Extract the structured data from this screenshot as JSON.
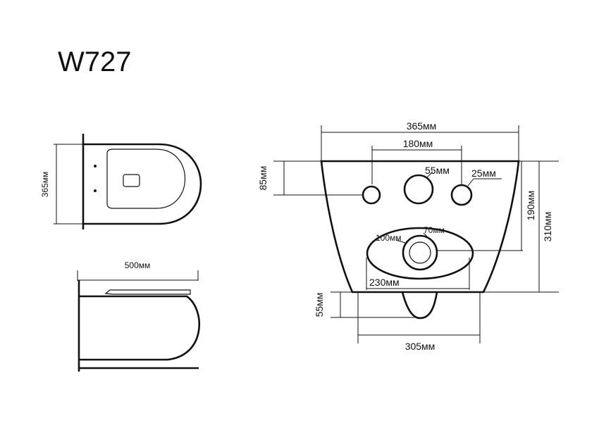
{
  "model": "W727",
  "top_view": {
    "width_label": "365мм"
  },
  "side_view": {
    "length_label": "500мм"
  },
  "front_view": {
    "overall_width": "365мм",
    "bolt_spacing": "180мм",
    "inlet_diameter": "55мм",
    "bolt_diameter": "25мм",
    "bolt_height": "85мм",
    "inlet_to_outlet": "190мм",
    "total_height": "310мм",
    "outlet_recess": "100мм",
    "outlet_diameter": "70мм",
    "outlet_height": "230мм",
    "trap_depth": "55мм",
    "base_width": "305мм"
  }
}
